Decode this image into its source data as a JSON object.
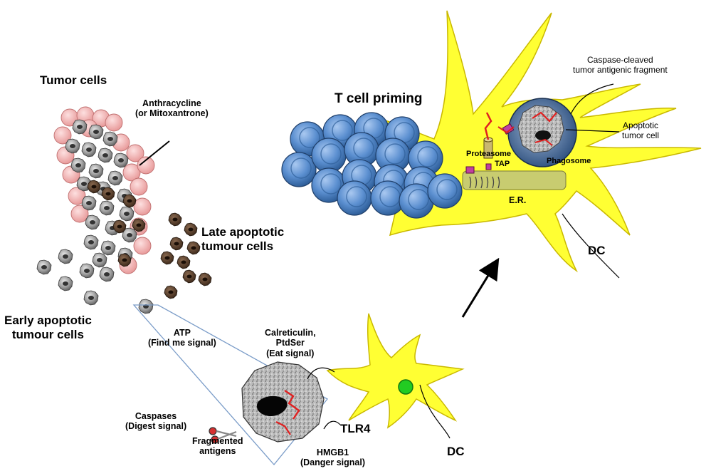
{
  "labels": {
    "tumor_cells": "Tumor cells",
    "anthracycline_1": "Anthracycline",
    "anthracycline_2": "(or Mitoxantrone)",
    "late_apoptotic_1": "Late apoptotic",
    "late_apoptotic_2": "tumour cells",
    "early_apoptotic_1": "Early apoptotic",
    "early_apoptotic_2": "tumour cells",
    "t_cell_priming": "T cell priming",
    "caspase_cleaved_1": "Caspase-cleaved",
    "caspase_cleaved_2": "tumor antigenic fragment",
    "apoptotic_tumor_1": "Apoptotic",
    "apoptotic_tumor_2": "tumor cell",
    "proteasome": "Proteasome",
    "tap": "TAP",
    "phagosome": "Phagosome",
    "er": "E.R.",
    "dc_top": "DC",
    "atp_1": "ATP",
    "atp_2": "(Find me signal)",
    "calreticulin_1": "Calreticulin,",
    "calreticulin_2": "PtdSer",
    "calreticulin_3": "(Eat signal)",
    "caspases_1": "Caspases",
    "caspases_2": "(Digest signal)",
    "fragmented_1": "Fragmented",
    "fragmented_2": "antigens",
    "tlr4": "TLR4",
    "hmgb1_1": "HMGB1",
    "hmgb1_2": "(Danger signal)",
    "dc_bottom": "DC"
  },
  "colors": {
    "dendritic_cell": "#ffff33",
    "dendritic_outline": "#c9b800",
    "t_cell": "#5b8fd0",
    "t_cell_dark": "#2f5f9a",
    "tumor_pink": "#f4b8b8",
    "apoptotic_grey": "#9a9a9a",
    "late_apoptotic_brown": "#4a3424",
    "er_fill": "#c8cc70",
    "nucleus_green": "#22cc22",
    "antigen_red": "#e02020"
  }
}
